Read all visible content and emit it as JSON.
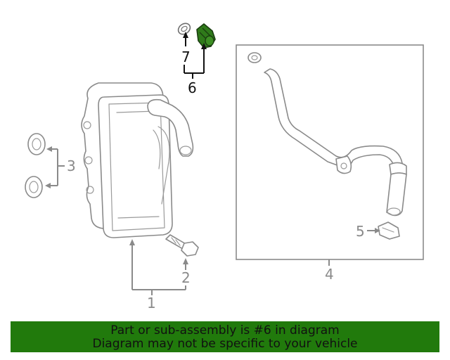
{
  "callouts": {
    "c1": "1",
    "c2": "2",
    "c3": "3",
    "c4": "4",
    "c5": "5",
    "c6": "6",
    "c7": "7"
  },
  "highlight_part": "6",
  "colors": {
    "highlight_part_fill": "#2f7a1a",
    "banner_background": "#217a0c",
    "callout_grey": "#8a8a8a",
    "callout_highlight": "#111111"
  },
  "banner": {
    "line1": "Part or sub-assembly is #6 in diagram",
    "line2": "Diagram may not be specific to your vehicle"
  }
}
